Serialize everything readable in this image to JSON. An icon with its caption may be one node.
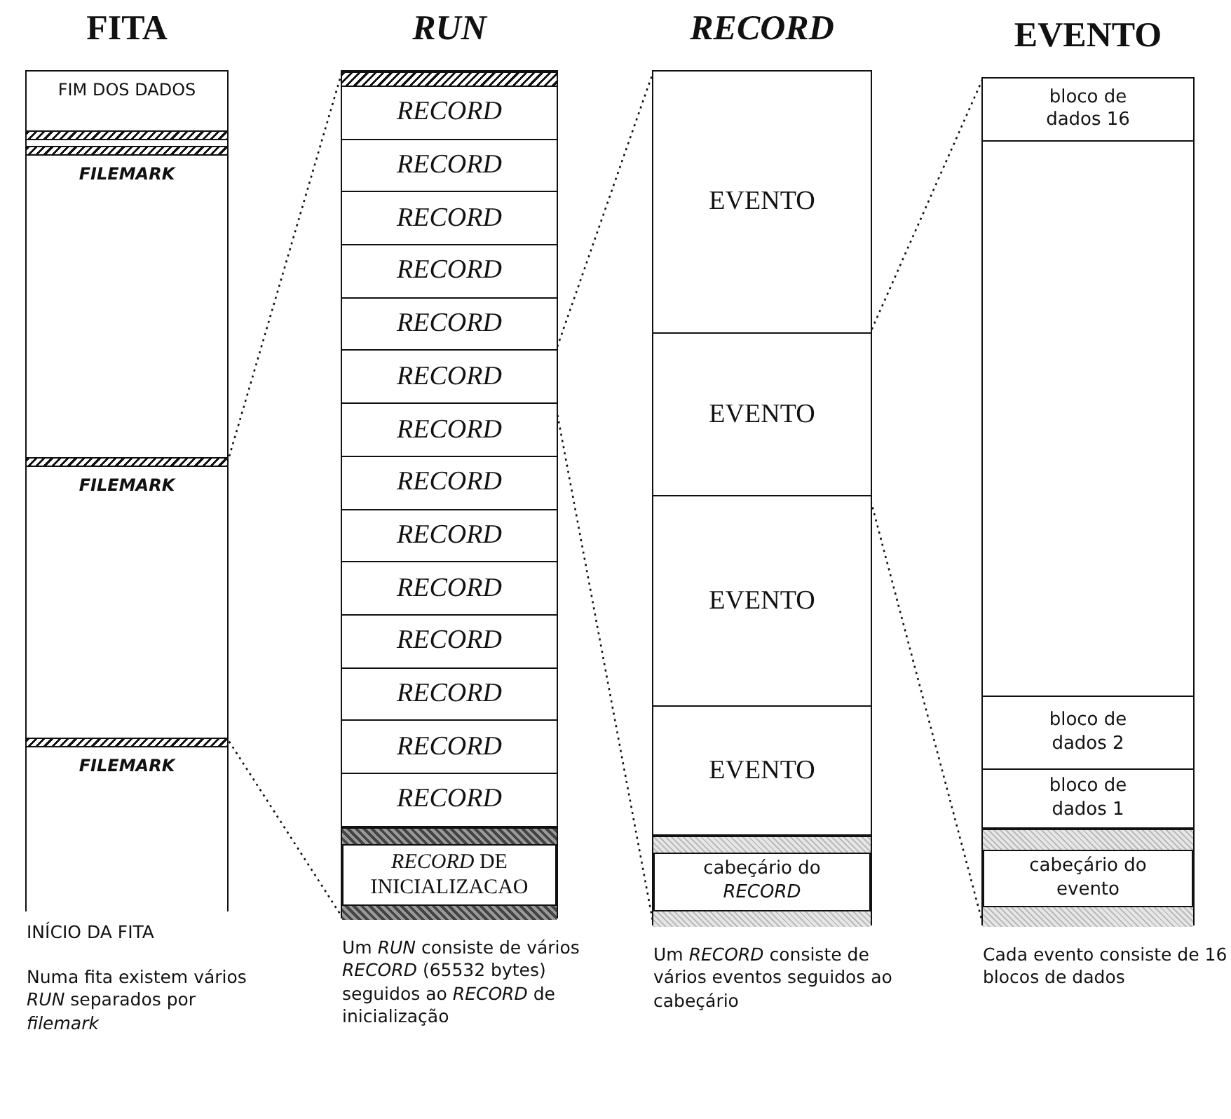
{
  "diagram": {
    "nodes": [
      {
        "text": [
          "FITA"
        ],
        "beside": [
          "INÍCIO DA FITA",
          "Numa fita existem vários *RUN* separados por *filemark*"
        ]
      },
      {
        "text": [
          "FIM DOS DADOS"
        ],
        "in": 0
      },
      {
        "text": [
          "FILEMARK"
        ],
        "in": 0
      },
      {
        "text": [
          "FILEMARK"
        ],
        "in": 0
      },
      {
        "text": [
          "FILEMARK"
        ],
        "in": 0
      },
      {
        "text": [
          "RUN"
        ],
        "beside": [
          "Um *RUN* consiste de vários *RECORD* (65532 bytes) seguidos ao *RECORD* de inicialização"
        ]
      },
      {
        "text": [
          "RECORD"
        ],
        "in": 5
      },
      {
        "text": [
          "RECORD"
        ],
        "in": 5
      },
      {
        "text": [
          "RECORD"
        ],
        "in": 5
      },
      {
        "text": [
          "RECORD"
        ],
        "in": 5
      },
      {
        "text": [
          "RECORD"
        ],
        "in": 5
      },
      {
        "text": [
          "RECORD"
        ],
        "in": 5
      },
      {
        "text": [
          "RECORD"
        ],
        "in": 5
      },
      {
        "text": [
          "RECORD"
        ],
        "in": 5
      },
      {
        "text": [
          "RECORD"
        ],
        "in": 5
      },
      {
        "text": [
          "RECORD"
        ],
        "in": 5
      },
      {
        "text": [
          "RECORD"
        ],
        "in": 5
      },
      {
        "text": [
          "RECORD"
        ],
        "in": 5
      },
      {
        "text": [
          "RECORD"
        ],
        "in": 5
      },
      {
        "text": [
          "RECORD"
        ],
        "in": 5
      },
      {
        "text": [
          "*RECORD* DE INICIALIZACAO"
        ],
        "in": 5
      },
      {
        "text": [
          "RECORD"
        ],
        "beside": [
          "Um *RECORD* consiste de vários eventos seguidos ao cabeçário"
        ]
      },
      {
        "text": [
          "EVENTO"
        ],
        "in": 21
      },
      {
        "text": [
          "EVENTO"
        ],
        "in": 21
      },
      {
        "text": [
          "EVENTO"
        ],
        "in": 21
      },
      {
        "text": [
          "EVENTO"
        ],
        "in": 21
      },
      {
        "text": [
          "cabeçário do *RECORD*"
        ],
        "in": 21
      },
      {
        "text": [
          "EVENTO"
        ],
        "beside": [
          "Cada evento consiste de 16 blocos de dados"
        ]
      },
      {
        "text": [
          "bloco de dados 16"
        ],
        "in": 27
      },
      {
        "text": [
          "bloco de dados 2"
        ],
        "in": 27
      },
      {
        "text": [
          "bloco de dados 1"
        ],
        "in": 27
      },
      {
        "text": [
          "cabeçário do evento"
        ],
        "in": 27
      }
    ],
    "edges": [
      {
        "from": 3,
        "to": 5,
        "arrow": "none",
        "style": "dashed"
      },
      {
        "from": 3,
        "to": 5,
        "arrow": "none",
        "style": "dashed"
      },
      {
        "from": 11,
        "to": 21,
        "arrow": "none",
        "style": "dashed"
      },
      {
        "from": 11,
        "to": 21,
        "arrow": "none",
        "style": "dashed"
      },
      {
        "from": 23,
        "to": 27,
        "arrow": "none",
        "style": "dashed"
      },
      {
        "from": 23,
        "to": 27,
        "arrow": "none",
        "style": "dashed"
      }
    ]
  }
}
